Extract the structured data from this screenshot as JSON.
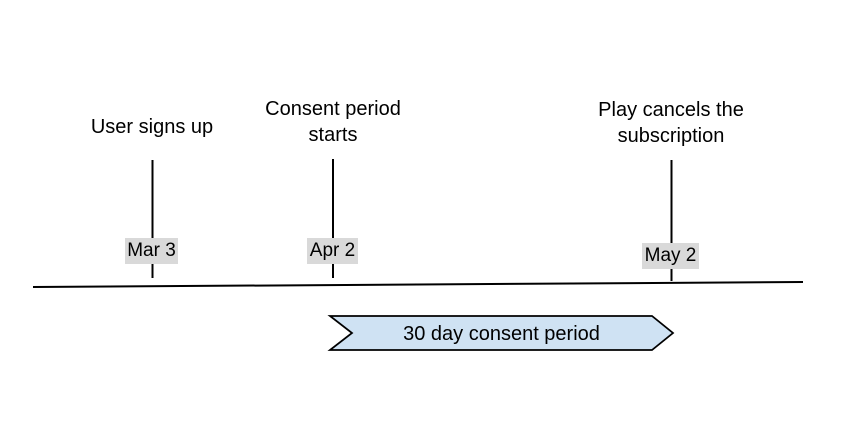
{
  "timeline": {
    "events": [
      {
        "label": "User signs up",
        "date": "Mar 3"
      },
      {
        "label": "Consent period\nstarts",
        "date": "Apr 2"
      },
      {
        "label": "Play cancels the\nsubscription",
        "date": "May 2"
      }
    ],
    "banner": {
      "label": "30 day consent period"
    },
    "colors": {
      "banner_fill": "#cfe2f3",
      "banner_stroke": "#000000",
      "date_chip_bg": "#d9d9d9",
      "line": "#000000",
      "background": "#ffffff"
    }
  }
}
